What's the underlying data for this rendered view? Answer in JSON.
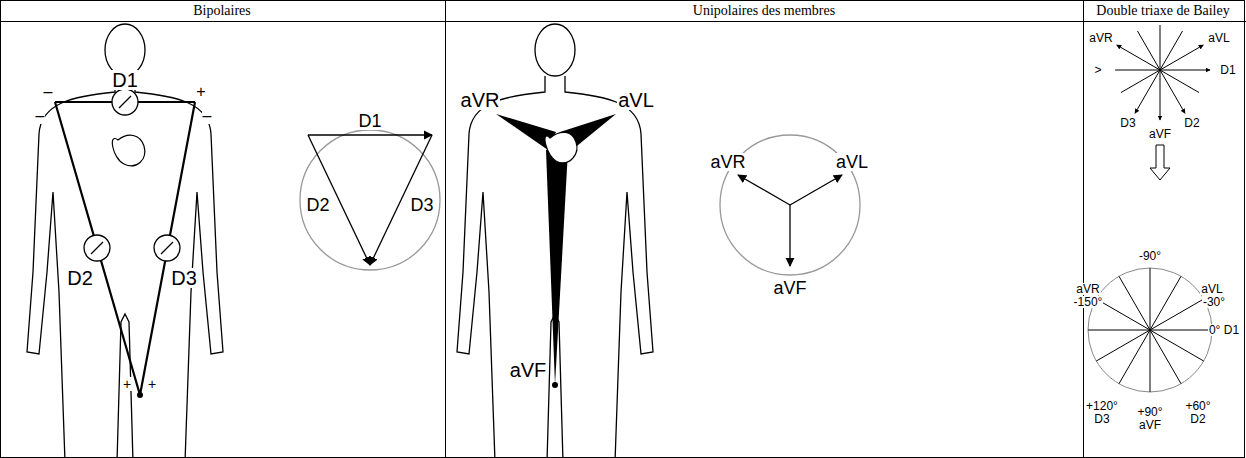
{
  "diagram": {
    "labels": [
      "Bipolaires",
      "Unipolaires des membres",
      "Double triaxe de Bailey",
      "D1",
      "–",
      "–",
      "+",
      "–",
      "D2",
      "D3",
      "+",
      "+",
      "D1",
      "D2",
      "D3",
      "aVR",
      "aVL",
      "aVF",
      "aVR",
      "aVL",
      "aVF",
      "aVR",
      "aVL",
      ">",
      "D1",
      "D3",
      "aVF",
      "D2",
      "-90°",
      "aVR",
      "-150°",
      "aVL",
      "-30°",
      "0° D1",
      "+120°",
      "D3",
      "+90°",
      "aVF",
      "+60°",
      "D2"
    ]
  }
}
